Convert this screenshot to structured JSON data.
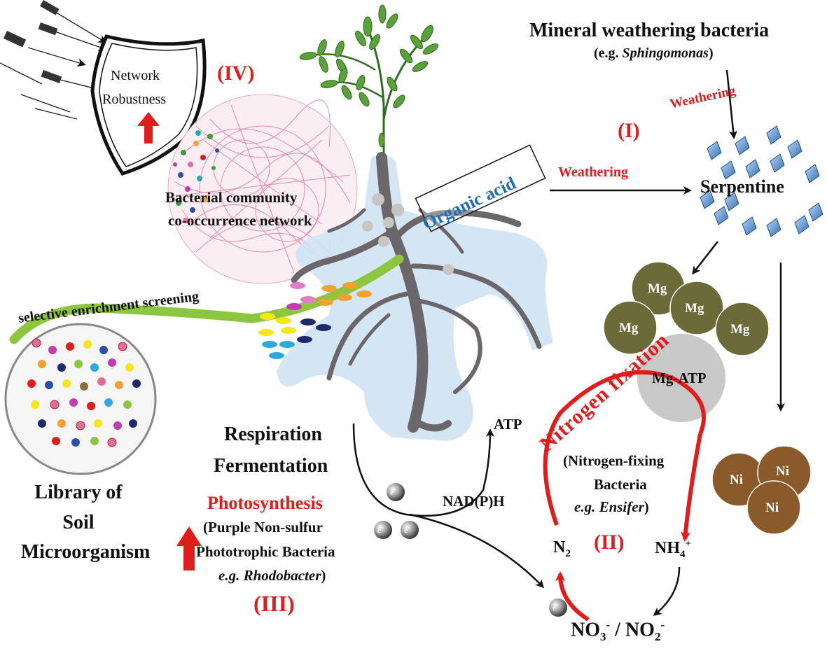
{
  "labels": {
    "mineral_title": "Mineral weathering bacteria",
    "mineral_eg_prefix": "(e.g. ",
    "mineral_eg_genus": "Sphingomonas",
    "mineral_eg_suffix": ")",
    "weathering_top": "Weathering",
    "roman_I": "(I)",
    "weathering_mid": "Weathering",
    "organic_acid": "Organic acid",
    "serpentine": "Serpentine",
    "network_robustness_1": "Network",
    "network_robustness_2": "Robustness",
    "roman_IV": "(IV)",
    "bacterial_community_1": "Bacterial community",
    "bacterial_community_2": "co-occurrence network",
    "selective": "selective enrichment screening",
    "library_1": "Library of",
    "library_2": "Soil",
    "library_3": "Microorganism",
    "respiration": "Respiration",
    "fermentation": "Fermentation",
    "photosynthesis": "Photosynthesis",
    "pnsb_1": "(Purple Non-sulfur",
    "pnsb_2": "Phototrophic Bacteria",
    "pnsb_3_prefix": "e.g. ",
    "pnsb_3_genus": "Rhodobacter",
    "pnsb_3_suffix": ")",
    "roman_III": "(III)",
    "atp": "ATP",
    "nadph": "NAD(P)H",
    "electron": "e",
    "electron_sup": "-",
    "nitrogen_fixation": "Nitrogen fixation",
    "nfb_1": "(Nitrogen-fixing",
    "nfb_2": "Bacteria",
    "nfb_3_prefix": "e.g. ",
    "nfb_3_genus": "Ensifer",
    "nfb_3_suffix": ")",
    "roman_II": "(II)",
    "n2_base": "N",
    "n2_sub": "2",
    "nh4_base": "NH",
    "nh4_sub": "4",
    "nh4_sup": "+",
    "no3_base": "NO",
    "no3_sub": "3",
    "no3_sup": "-",
    "slash": " / ",
    "no2_base": "NO",
    "no2_sub": "2",
    "no2_sup": "-",
    "mg": "Mg",
    "mg_atp": "Mg-ATP",
    "ni": "Ni"
  },
  "colors": {
    "red": "#e31b1b",
    "blue_text": "#1f6fb8",
    "root": "#6b6669",
    "root_halo": "#cfe3f3",
    "green_band": "#8cc63f",
    "mg": "#6b6b3a",
    "ni": "#8b5a2b",
    "mg_atp": "#c8c8c8",
    "serpentine_crystal": "#4a86c8",
    "network_pink": "#e17a9a"
  }
}
